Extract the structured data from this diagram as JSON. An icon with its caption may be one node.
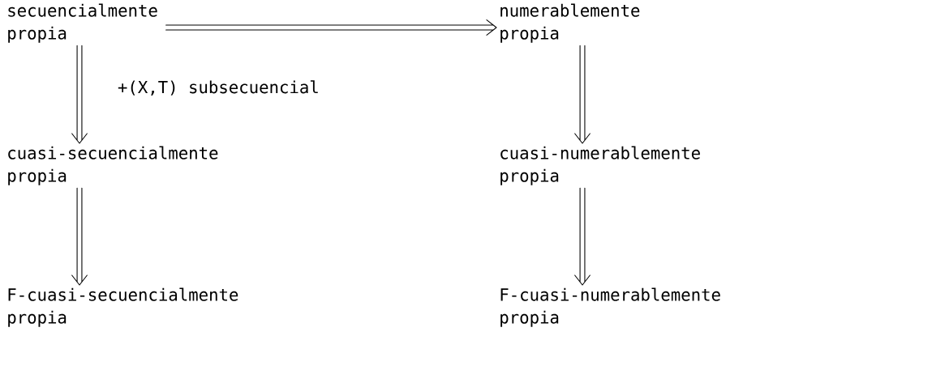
{
  "diagram": {
    "nodes": [
      {
        "text": [
          "secuencialmente propia"
        ]
      },
      {
        "text": [
          "numerablemente propia"
        ]
      },
      {
        "text": [
          "cuasi-secuencialmente propia"
        ]
      },
      {
        "text": [
          "cuasi-numerablemente propia"
        ]
      },
      {
        "text": [
          "F-cuasi-secuencialmente propia"
        ]
      },
      {
        "text": [
          "F-cuasi-numerablemente propia"
        ]
      }
    ],
    "edges": [
      {
        "from": 0,
        "to": 1,
        "arrow": "to"
      },
      {
        "from": 0,
        "to": 2,
        "arrow": "to",
        "label": "+(X,T) subsecuencial"
      },
      {
        "from": 2,
        "to": 4,
        "arrow": "to"
      },
      {
        "from": 1,
        "to": 3,
        "arrow": "to"
      },
      {
        "from": 3,
        "to": 5,
        "arrow": "to"
      }
    ]
  }
}
